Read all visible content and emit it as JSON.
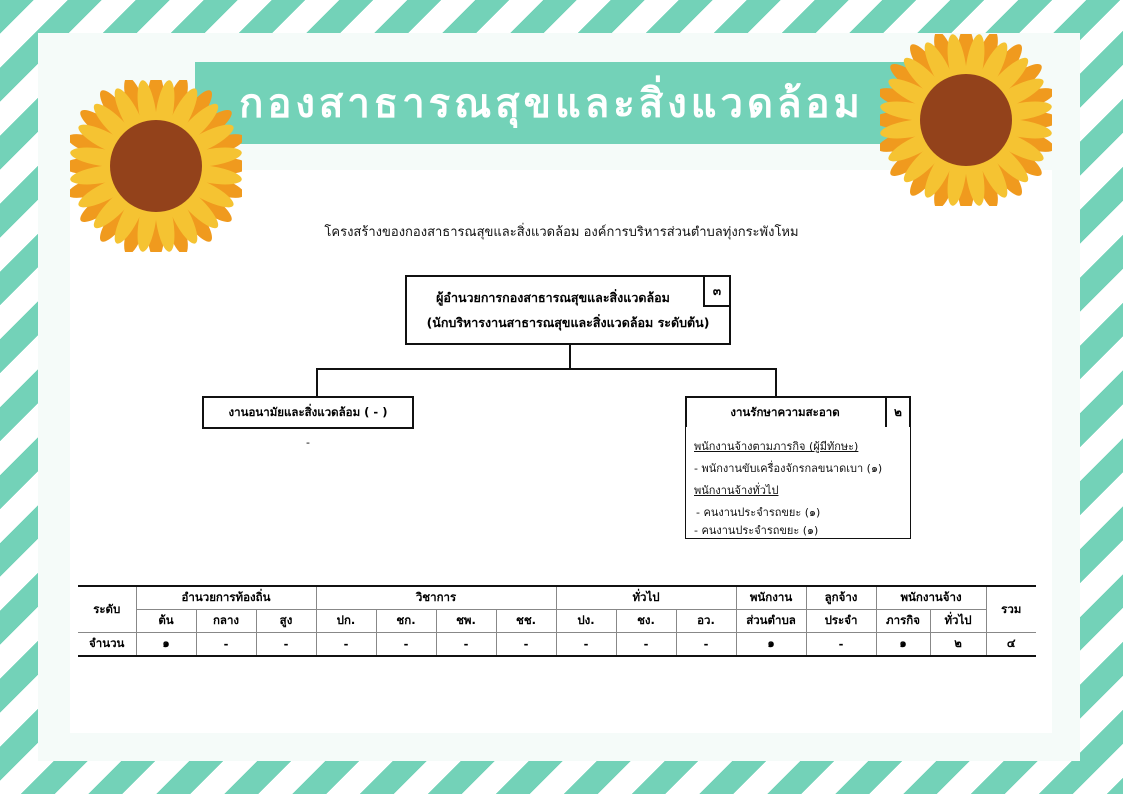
{
  "banner": {
    "title": "กองสาธารณสุขและสิ่งแวดล้อม"
  },
  "doc_title": "โครงสร้างของกองสาธารณสุขและสิ่งแวดล้อม  องค์การบริหารส่วนตำบลทุ่งกระพังโหม",
  "director": {
    "line1": "ผู้อำนวยการกองสาธารณสุขและสิ่งแวดล้อม",
    "line2": "(นักบริหารงานสาธารณสุขและสิ่งแวดล้อม ระดับต้น)",
    "count": "๓"
  },
  "left_unit": {
    "label": "งานอนามัยและสิ่งแวดล้อม ( - )",
    "below": "-"
  },
  "right_unit": {
    "label": "งานรักษาความสะอาด",
    "count": "๒",
    "details": [
      "พนักงานจ้างตามภารกิจ (ผู้มีทักษะ)",
      "- พนักงานขับเครื่องจักรกลขนาดเบา  (๑)",
      "พนักงานจ้างทั่วไป",
      " - คนงานประจำรถขยะ   (๑)",
      "-  คนงานประจำรถขยะ   (๑)"
    ]
  },
  "table": {
    "level_label": "ระดับ",
    "groups": {
      "local_director": "อำนวยการท้องถิ่น",
      "academic": "วิชาการ",
      "general": "ทั่วไป",
      "employee_line1": "พนักงาน",
      "employee_line2": "ส่วนตำบล",
      "hired_line1": "ลูกจ้าง",
      "hired_line2": "ประจำ",
      "contract": "พนักงานจ้าง",
      "total": "รวม"
    },
    "sub_headers": [
      "ต้น",
      "กลาง",
      "สูง",
      "ปก.",
      "ชก.",
      "ชพ.",
      "ชช.",
      "ปง.",
      "ชง.",
      "อว.",
      "ภารกิจ",
      "ทั่วไป"
    ],
    "count_label": "จำนวน",
    "counts": [
      "๑",
      "-",
      "-",
      "-",
      "-",
      "-",
      "-",
      "-",
      "-",
      "-",
      "๑",
      "-",
      "๑",
      "๒",
      "๔"
    ]
  },
  "colors": {
    "stripe": "#73d2b8",
    "petal_outer": "#f09a1e",
    "petal_inner": "#f5c332",
    "center": "#93421b"
  },
  "icons": [
    "sunflower-icon"
  ]
}
